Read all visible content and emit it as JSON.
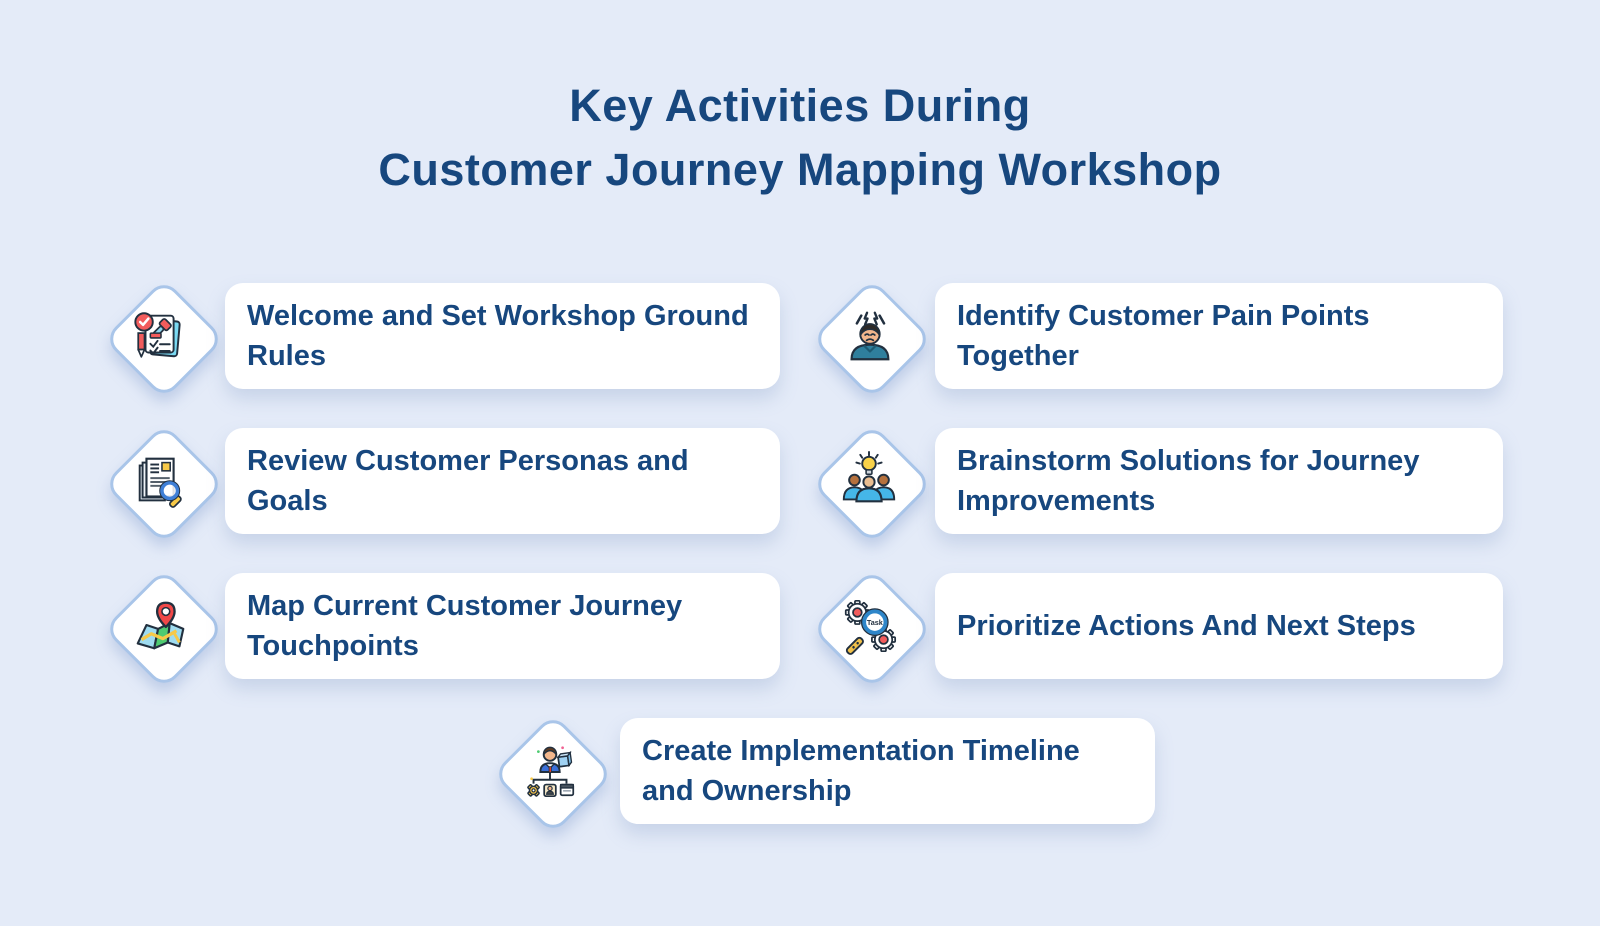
{
  "title": {
    "line1": "Key Activities During",
    "line2": "Customer Journey Mapping Workshop"
  },
  "items": [
    {
      "label": "Welcome and Set Workshop Ground Rules",
      "icon": "checklist-gavel-icon"
    },
    {
      "label": "Identify Customer Pain Points Together",
      "icon": "stressed-customer-icon"
    },
    {
      "label": "Review Customer Personas and Goals",
      "icon": "documents-magnifier-icon"
    },
    {
      "label": "Brainstorm Solutions for Journey Improvements",
      "icon": "team-lightbulb-icon"
    },
    {
      "label": "Map Current Customer Journey Touchpoints",
      "icon": "map-location-pin-icon"
    },
    {
      "label": "Prioritize Actions And Next Steps",
      "icon": "task-magnifier-gears-icon"
    },
    {
      "label": "Create Implementation Timeline and Ownership",
      "icon": "org-chart-person-icon"
    }
  ],
  "icon_text": {
    "task_label": "Task"
  },
  "colors": {
    "background": "#e4ebf8",
    "title_text": "#17477e",
    "card_text": "#17477e",
    "card_background": "#ffffff",
    "diamond_border": "#a9c5e9",
    "accent_red": "#f25c5c",
    "accent_teal": "#2f7f9d",
    "accent_blue": "#45b6e8",
    "accent_yellow": "#f7c948",
    "accent_green": "#4ecb71"
  }
}
